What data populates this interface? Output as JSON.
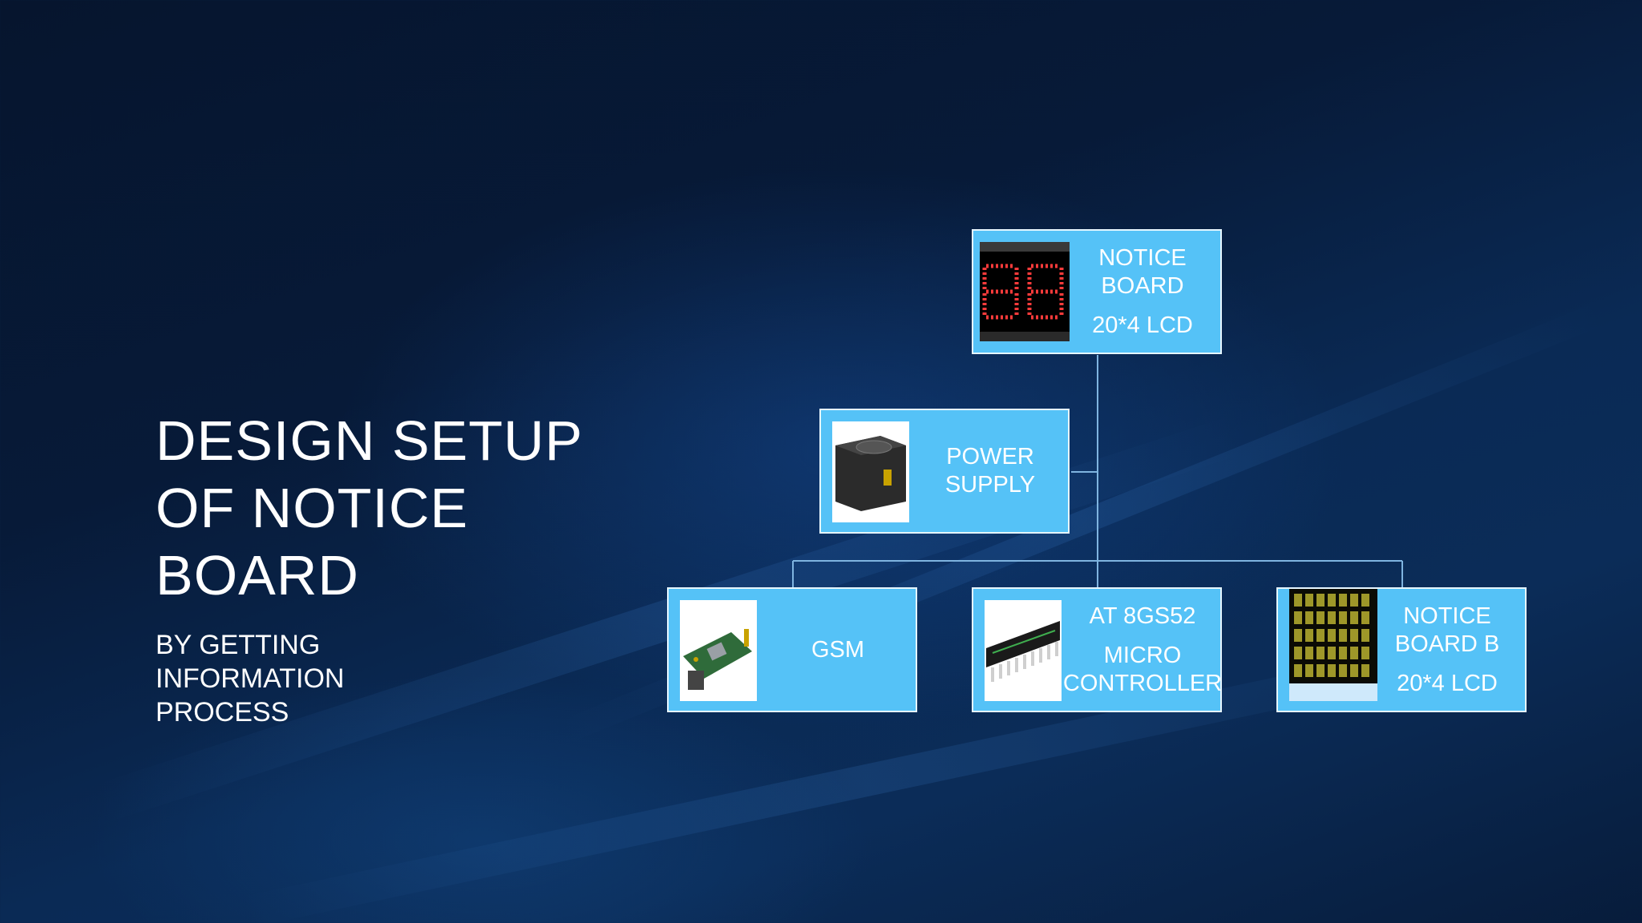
{
  "slide": {
    "title_lines": [
      "DESIGN SETUP",
      "OF NOTICE",
      "BOARD"
    ],
    "subtitle_lines": [
      "BY GETTING",
      "INFORMATION",
      "PROCESS"
    ]
  },
  "diagram": {
    "nodes": {
      "notice_board": {
        "line1": "NOTICE",
        "line2": "BOARD",
        "line3": "20*4 LCD"
      },
      "power_supply": {
        "line1": "POWER",
        "line2": "SUPPLY"
      },
      "gsm": {
        "line1": "GSM"
      },
      "micro_controller": {
        "line1": "AT 8GS52",
        "line2": "MICRO",
        "line3": "CONTROLLER"
      },
      "notice_board_b": {
        "line1": "NOTICE",
        "line2": "BOARD B",
        "line3": "20*4 LCD"
      }
    },
    "thumbnails": {
      "notice_board": "seven-segment-display-image",
      "power_supply": "power-supply-unit-image",
      "gsm": "gsm-module-image",
      "micro_controller": "microcontroller-chip-image",
      "notice_board_b": "dot-matrix-lcd-image"
    },
    "colors": {
      "box_fill": "#55c2f7",
      "box_border": "#e6f6ff",
      "connector": "#7fb4e0",
      "text": "#ffffff"
    }
  }
}
